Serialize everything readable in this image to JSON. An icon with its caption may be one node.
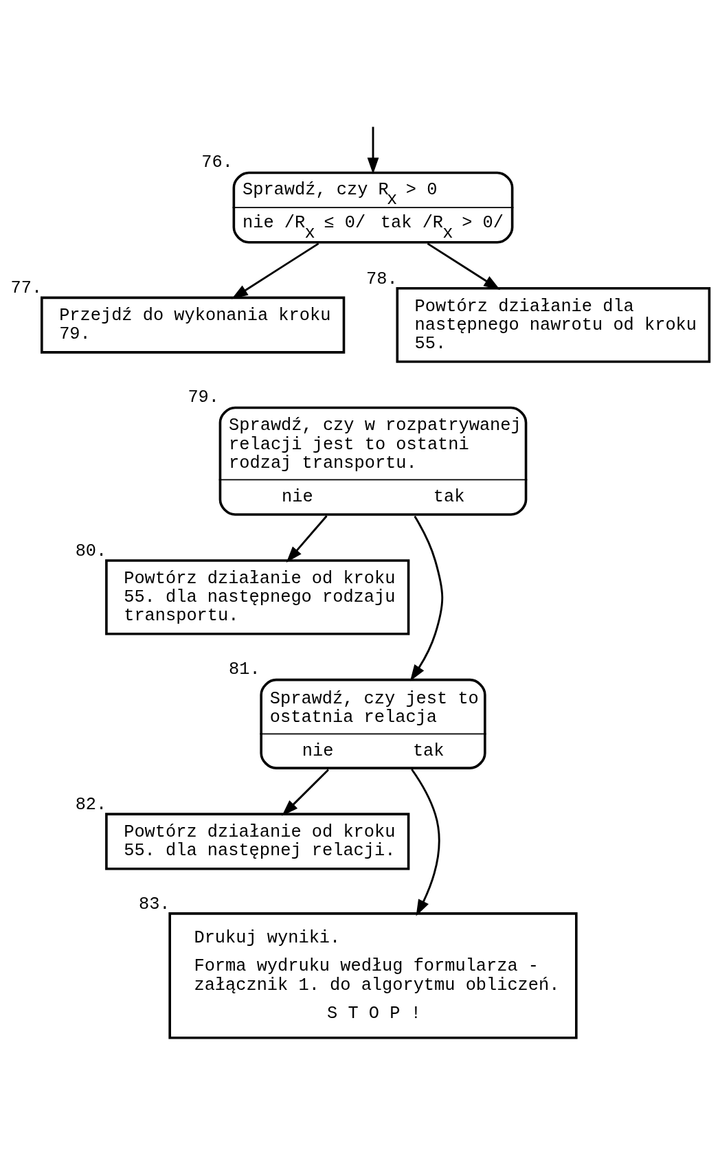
{
  "diagram": {
    "nodes": [
      {
        "text": [
          "Sprawdź, czy R$_{x}$ > 0",
          "nie /R$_{x}$ ≤ 0/",
          "tak /R$_{x}$ > 0/"
        ],
        "beside": [
          "76."
        ]
      },
      {
        "text": [
          "Przejdź do wykonania kroku 79."
        ],
        "beside": [
          "77."
        ]
      },
      {
        "text": [
          "Powtórz działanie dla następnego nawrotu od kroku 55."
        ],
        "beside": [
          "78."
        ]
      },
      {
        "text": [
          "Sprawdź, czy w rozpatrywanej relacji jest to ostatni rodzaj transportu.",
          "nie",
          "tak"
        ],
        "beside": [
          "79."
        ]
      },
      {
        "text": [
          "Powtórz działanie od kroku 55. dla następnego rodzaju transportu."
        ],
        "beside": [
          "80."
        ]
      },
      {
        "text": [
          "Sprawdź, czy jest to ostatnia relacja",
          "nie",
          "tak"
        ],
        "beside": [
          "81."
        ]
      },
      {
        "text": [
          "Powtórz działanie od kroku 55. dla następnej relacji."
        ],
        "beside": [
          "82."
        ]
      },
      {
        "text": [
          "Drukuj wyniki.",
          "Forma wydruku według formularza - załącznik 1. do algorytmu obliczeń.",
          "S T O P !"
        ],
        "beside": [
          "83."
        ]
      }
    ],
    "edges": [
      {
        "from": null,
        "to": 0,
        "arrow": "to"
      },
      {
        "from": 0,
        "to": 1,
        "arrow": "to"
      },
      {
        "from": 0,
        "to": 2,
        "arrow": "to"
      },
      {
        "from": 3,
        "to": 4,
        "arrow": "to"
      },
      {
        "from": 3,
        "to": 5,
        "arrow": "to"
      },
      {
        "from": 5,
        "to": 6,
        "arrow": "to"
      },
      {
        "from": 5,
        "to": 7,
        "arrow": "to"
      }
    ]
  }
}
